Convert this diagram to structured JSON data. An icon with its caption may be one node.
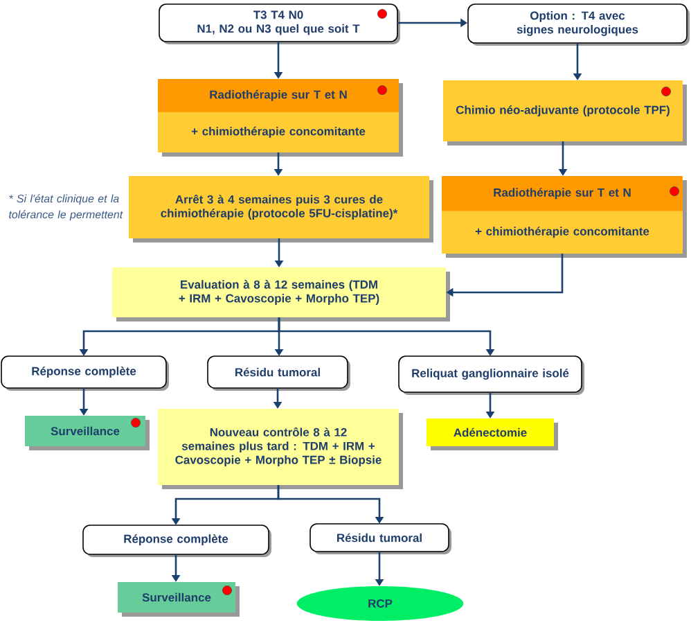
{
  "diagram": {
    "nodes": [
      {
        "text": [
          "T3 T4 N0",
          "N1, N2 ou N3 quel que soit T"
        ]
      },
      {
        "text": [
          "Option : T4 avec signes neurologiques"
        ]
      },
      {
        "text": [
          "Radiothérapie sur T et N",
          "+ chimiothérapie concomitante"
        ]
      },
      {
        "text": [
          "Chimio néo-adjuvante (protocole TPF)"
        ]
      },
      {
        "text": [
          "Arrêt 3 à 4 semaines puis 3 cures de chimiothérapie (protocole 5FU-cisplatine)*"
        ]
      },
      {
        "text": [
          "Radiothérapie sur T et N",
          "+ chimiothérapie concomitante"
        ]
      },
      {
        "text": [
          "Evaluation à 8 à 12 semaines (TDM + IRM + Cavoscopie + Morpho TEP)"
        ]
      },
      {
        "text": [
          "Réponse complète"
        ]
      },
      {
        "text": [
          "Résidu tumoral"
        ]
      },
      {
        "text": [
          "Reliquat ganglionnaire isolé"
        ]
      },
      {
        "text": [
          "Surveillance"
        ]
      },
      {
        "text": [
          "Nouveau contrôle 8 à 12 semaines plus tard : TDM + IRM + Cavoscopie + Morpho TEP ± Biopsie"
        ]
      },
      {
        "text": [
          "Adénectomie"
        ]
      },
      {
        "text": [
          "Réponse complète"
        ]
      },
      {
        "text": [
          "Résidu tumoral"
        ]
      },
      {
        "text": [
          "Surveillance"
        ]
      },
      {
        "text": [
          "RCP"
        ]
      }
    ],
    "edges": [
      {
        "from": 0,
        "to": 1,
        "arrow": "to"
      },
      {
        "from": 0,
        "to": 2,
        "arrow": "to"
      },
      {
        "from": 1,
        "to": 3,
        "arrow": "to"
      },
      {
        "from": 2,
        "to": 4,
        "arrow": "to"
      },
      {
        "from": 3,
        "to": 5,
        "arrow": "to"
      },
      {
        "from": 4,
        "to": 6,
        "arrow": "to"
      },
      {
        "from": 5,
        "to": 6,
        "arrow": "to"
      },
      {
        "from": 6,
        "to": 7,
        "arrow": "to"
      },
      {
        "from": 6,
        "to": 8,
        "arrow": "to"
      },
      {
        "from": 6,
        "to": 9,
        "arrow": "to"
      },
      {
        "from": 7,
        "to": 10,
        "arrow": "to"
      },
      {
        "from": 8,
        "to": 11,
        "arrow": "to"
      },
      {
        "from": 9,
        "to": 12,
        "arrow": "to"
      },
      {
        "from": 11,
        "to": 13,
        "arrow": "to"
      },
      {
        "from": 11,
        "to": 14,
        "arrow": "to"
      },
      {
        "from": 13,
        "to": 15,
        "arrow": "to"
      },
      {
        "from": 14,
        "to": 16,
        "arrow": "to"
      }
    ],
    "labels": [
      "* Si l'état clinique et la tolérance le permettent"
    ]
  }
}
